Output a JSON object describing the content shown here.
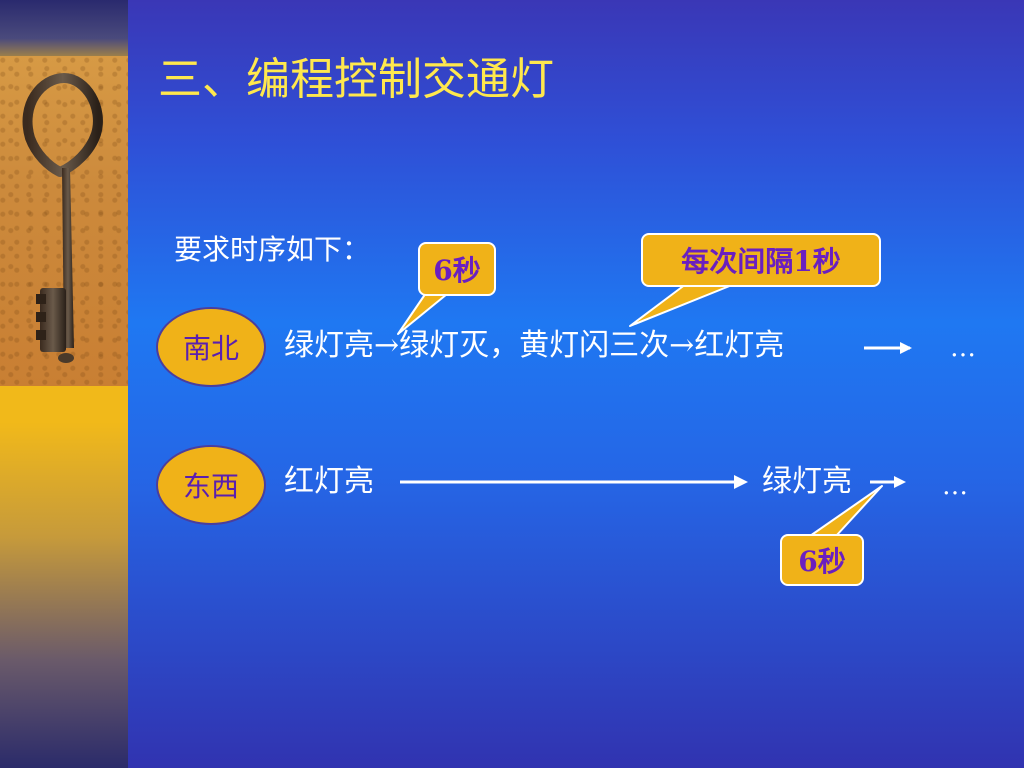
{
  "slide": {
    "title": "三、编程控制交通灯",
    "intro": "要求时序如下：",
    "rows": {
      "north_south": {
        "label": "南北",
        "sequence": "绿灯亮→绿灯灭，黄灯闪三次→红灯亮",
        "ellipsis": "…"
      },
      "east_west": {
        "label": "东西",
        "start": "红灯亮",
        "end": "绿灯亮",
        "ellipsis": "…"
      }
    },
    "callouts": {
      "ns_green_duration": "6秒",
      "blink_interval": "每次间隔1秒",
      "ew_green_duration": "6秒"
    }
  },
  "colors": {
    "title": "#ffe84d",
    "badge_fill": "#f0b218",
    "badge_text": "#5a1fb0",
    "callout_text": "#6a1fc0",
    "body_text": "#ffffff"
  },
  "icons": {
    "decoration": "old-key-icon"
  }
}
